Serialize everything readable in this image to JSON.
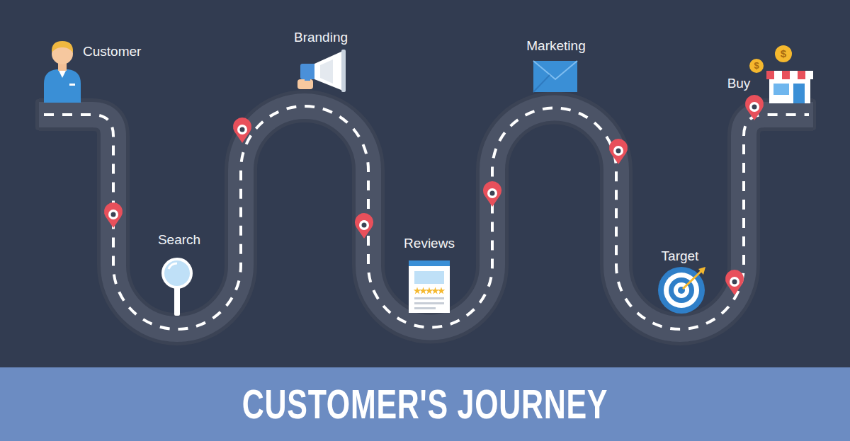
{
  "diagram": {
    "title": "CUSTOMER'S JOURNEY",
    "labels": [
      "Customer",
      "Branding",
      "Marketing",
      "$",
      "$",
      "Buy",
      "Search",
      "Reviews",
      "Target"
    ]
  }
}
